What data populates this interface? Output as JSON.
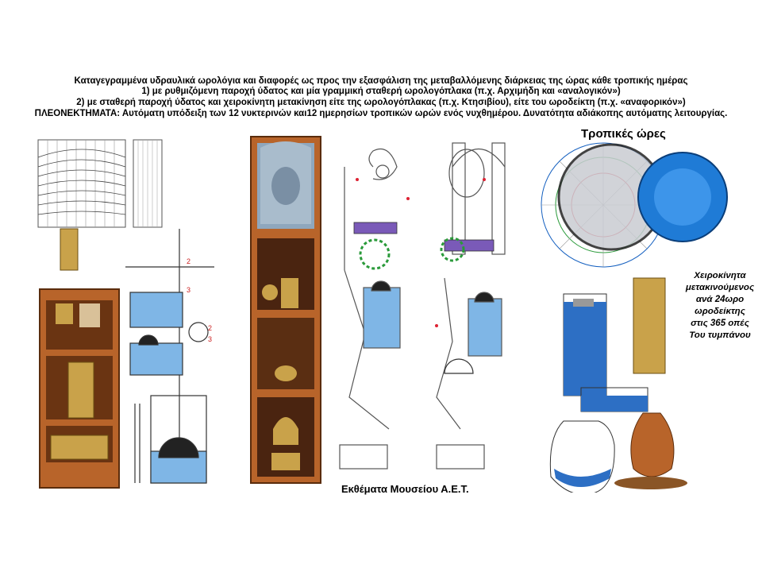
{
  "header": {
    "line1": "Καταγεγραμμένα υδραυλικά ωρολόγια και διαφορές ως προς την εξασφάλιση της μεταβαλλόμενης διάρκειας της ώρας κάθε τροπικής ημέρας",
    "line2": "1) με ρυθμιζόμενη παροχή ύδατος και μία γραμμική σταθερή ωρολογόπλακα (π.χ. Αρχιμήδη και «αναλογικόν»)",
    "line3": "2) με σταθερή παροχή ύδατος και χειροκίνητη μετακίνηση είτε της ωρολογόπλακας (π.χ. Κτησιβίου), είτε του ωροδείκτη (π.χ. «αναφορικόν»)",
    "line4": "ΠΛΕΟΝΕΚΤΗΜΑΤΑ: Αυτόματη υπόδειξη των 12 νυκτερινών και12 ημερησίων τροπικών ωρών ενός νυχθημέρου. Δυνατότητα αδιάκοπης αυτόματης λειτουργίας."
  },
  "labels": {
    "tropical_hours": "Τροπικές ώρες",
    "museum_exhibits": "Εκθέματα Μουσείου Α.Ε.Τ.",
    "hand_note": [
      "Χειροκίνητα",
      "μετακινούμενος",
      "ανά 24ωρο",
      "ωροδείκτης",
      "στις 365 οπές",
      "Του τυμπάνου"
    ],
    "marks": [
      "2",
      "3",
      "2",
      "3"
    ]
  },
  "colors": {
    "water": "#7fb6e6",
    "wood": "#b8642a",
    "brass": "#c9a24a",
    "dial_red": "#d23",
    "dial_blue": "#1560c0",
    "dial_green": "#2a9a3a"
  }
}
